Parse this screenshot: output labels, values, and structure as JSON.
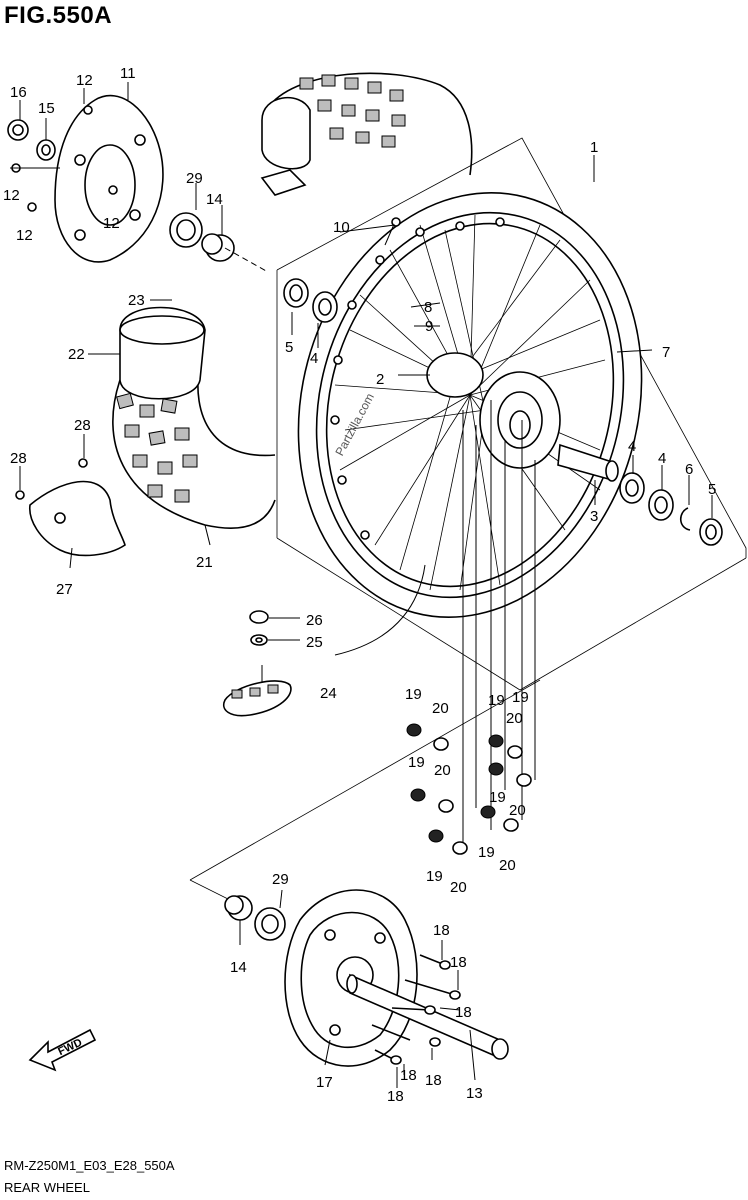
{
  "figure": {
    "title": "FIG.550A",
    "code": "RM-Z250M1_E03_E28_550A",
    "caption": "REAR WHEEL",
    "watermark": "Partzilla.com",
    "fwd_label": "FWD"
  },
  "callouts": [
    {
      "id": "c1",
      "label": "1"
    },
    {
      "id": "c2",
      "label": "2"
    },
    {
      "id": "c3",
      "label": "3"
    },
    {
      "id": "c4a",
      "label": "4"
    },
    {
      "id": "c4b",
      "label": "4"
    },
    {
      "id": "c4c",
      "label": "4"
    },
    {
      "id": "c5a",
      "label": "5"
    },
    {
      "id": "c5b",
      "label": "5"
    },
    {
      "id": "c6",
      "label": "6"
    },
    {
      "id": "c7",
      "label": "7"
    },
    {
      "id": "c8",
      "label": "8"
    },
    {
      "id": "c9",
      "label": "9"
    },
    {
      "id": "c10",
      "label": "10"
    },
    {
      "id": "c11",
      "label": "11"
    },
    {
      "id": "c12a",
      "label": "12"
    },
    {
      "id": "c12b",
      "label": "12"
    },
    {
      "id": "c12c",
      "label": "12"
    },
    {
      "id": "c12d",
      "label": "12"
    },
    {
      "id": "c13",
      "label": "13"
    },
    {
      "id": "c14a",
      "label": "14"
    },
    {
      "id": "c14b",
      "label": "14"
    },
    {
      "id": "c15",
      "label": "15"
    },
    {
      "id": "c16",
      "label": "16"
    },
    {
      "id": "c17",
      "label": "17"
    },
    {
      "id": "c18a",
      "label": "18"
    },
    {
      "id": "c18b",
      "label": "18"
    },
    {
      "id": "c18c",
      "label": "18"
    },
    {
      "id": "c18d",
      "label": "18"
    },
    {
      "id": "c18e",
      "label": "18"
    },
    {
      "id": "c18f",
      "label": "18"
    },
    {
      "id": "c19a",
      "label": "19"
    },
    {
      "id": "c19b",
      "label": "19"
    },
    {
      "id": "c19c",
      "label": "19"
    },
    {
      "id": "c19d",
      "label": "19"
    },
    {
      "id": "c19e",
      "label": "19"
    },
    {
      "id": "c19f",
      "label": "19"
    },
    {
      "id": "c19g",
      "label": "19"
    },
    {
      "id": "c20a",
      "label": "20"
    },
    {
      "id": "c20b",
      "label": "20"
    },
    {
      "id": "c20c",
      "label": "20"
    },
    {
      "id": "c20d",
      "label": "20"
    },
    {
      "id": "c20e",
      "label": "20"
    },
    {
      "id": "c20f",
      "label": "20"
    },
    {
      "id": "c21",
      "label": "21"
    },
    {
      "id": "c22",
      "label": "22"
    },
    {
      "id": "c23",
      "label": "23"
    },
    {
      "id": "c24",
      "label": "24"
    },
    {
      "id": "c25",
      "label": "25"
    },
    {
      "id": "c26",
      "label": "26"
    },
    {
      "id": "c27",
      "label": "27"
    },
    {
      "id": "c28a",
      "label": "28"
    },
    {
      "id": "c28b",
      "label": "28"
    },
    {
      "id": "c29a",
      "label": "29"
    },
    {
      "id": "c29b",
      "label": "29"
    }
  ]
}
